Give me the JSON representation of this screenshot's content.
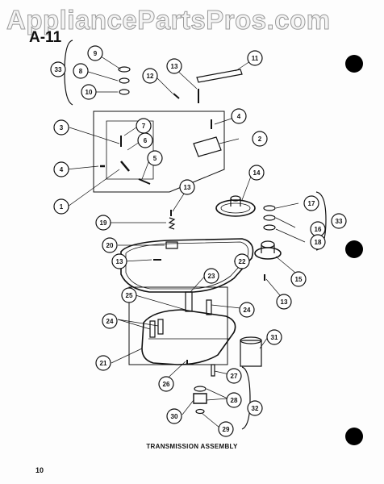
{
  "watermark": "AppliancePartsPros.com",
  "section_label": "A-11",
  "caption": "TRANSMISSION ASSEMBLY",
  "page_number": "10",
  "callouts": [
    "1",
    "2",
    "3",
    "4",
    "4",
    "5",
    "6",
    "7",
    "8",
    "9",
    "10",
    "11",
    "12",
    "13",
    "13",
    "13",
    "13",
    "14",
    "15",
    "16",
    "17",
    "18",
    "19",
    "20",
    "21",
    "22",
    "23",
    "24",
    "24",
    "25",
    "26",
    "27",
    "28",
    "29",
    "30",
    "31",
    "32",
    "33",
    "33"
  ],
  "colors": {
    "ink": "#111111",
    "paper": "#fdfdfd",
    "watermark_fill": "#f4f4f4"
  }
}
